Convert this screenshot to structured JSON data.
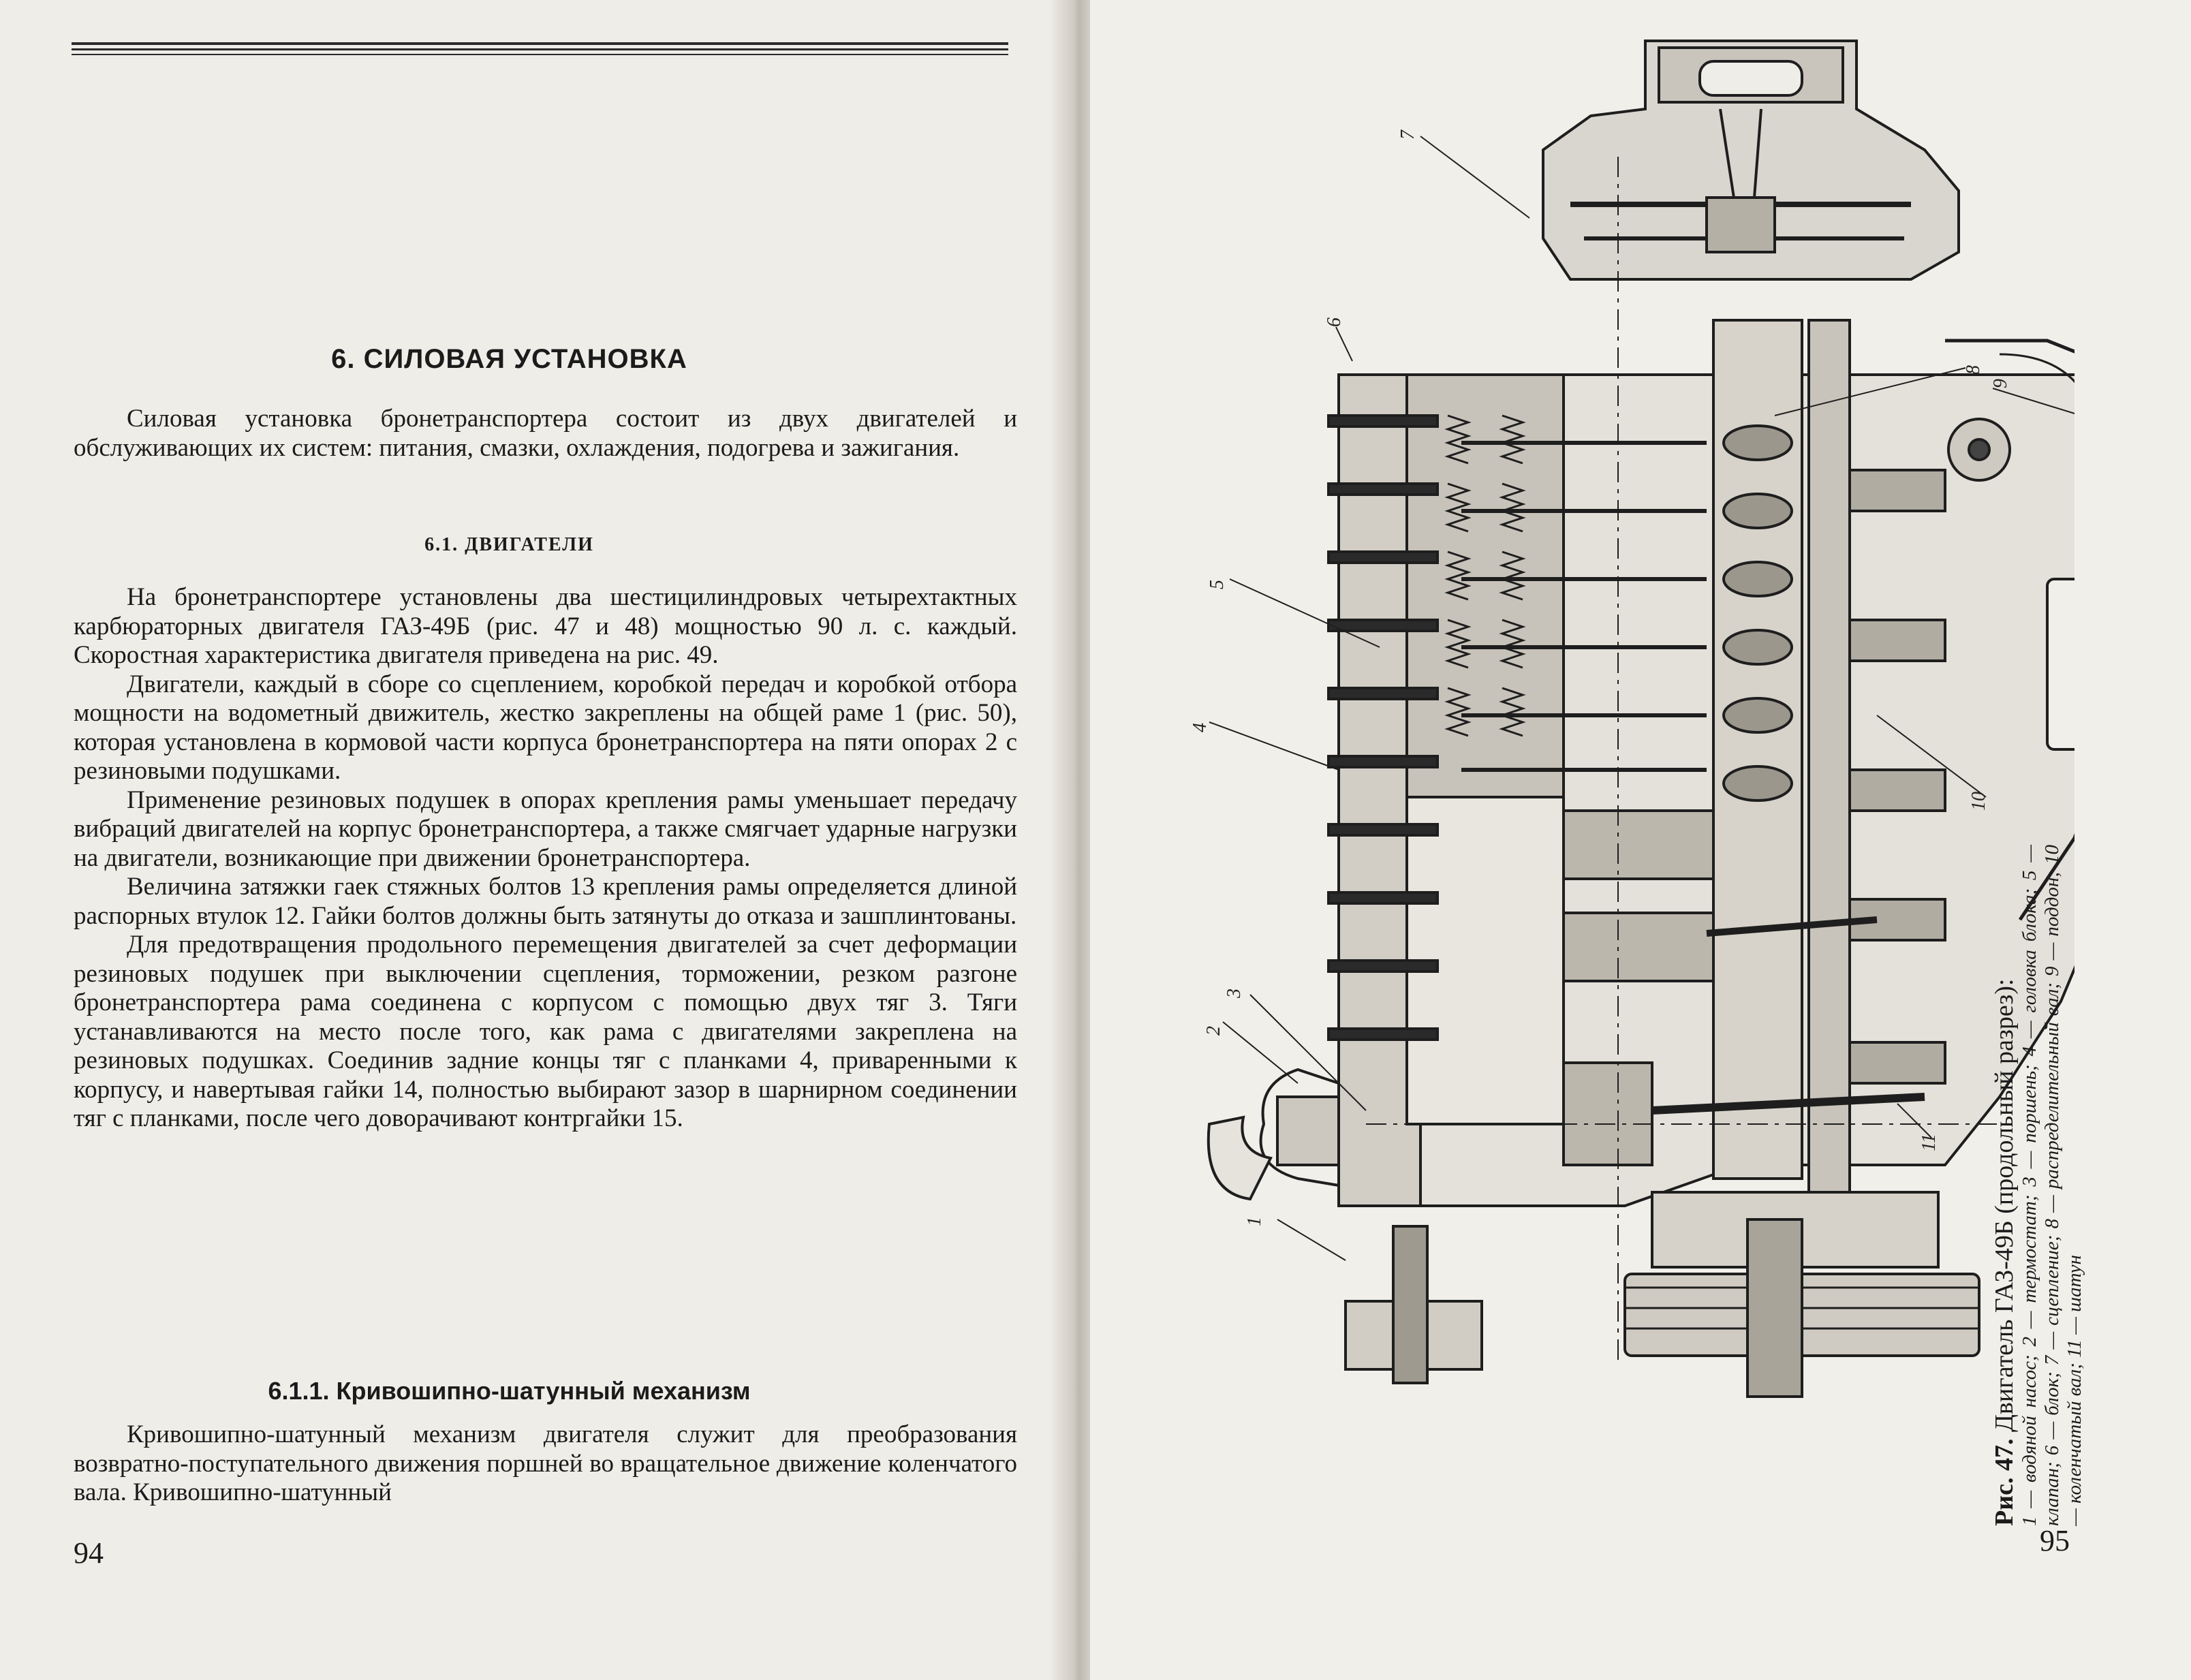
{
  "left_page": {
    "chapter_title": "6. СИЛОВАЯ УСТАНОВКА",
    "intro_paragraph": "Силовая установка бронетранспортера состоит из двух двигателей и обслуживающих их систем: питания, смазки, охлаждения, подогрева и зажигания.",
    "section_title": "6.1. ДВИГАТЕЛИ",
    "paragraphs": [
      "На бронетранспортере установлены два шестицилиндровых четырехтактных карбюраторных двигателя ГАЗ-49Б (рис. 47 и 48) мощностью 90 л. с. каждый. Скоростная характеристика двигателя приведена на рис. 49.",
      "Двигатели, каждый в сборе со сцеплением, коробкой передач и коробкой отбора мощности на водометный движитель, жестко закреплены на общей раме 1 (рис. 50), которая установлена в кормовой части корпуса бронетранспортера на пяти опорах 2 с резиновыми подушками.",
      "Применение резиновых подушек в опорах крепления рамы уменьшает передачу вибраций двигателей на корпус бронетранспортера, а также смягчает ударные нагрузки на двигатели, возникающие при движении бронетранспортера.",
      "Величина затяжки гаек стяжных болтов 13 крепления рамы определяется длиной распорных втулок 12. Гайки болтов должны быть затянуты до отказа и зашплинтованы.",
      "Для предотвращения продольного перемещения двигателей за счет деформации резиновых подушек при выключении сцепления, торможении, резком разгоне бронетранспортера рама соединена с корпусом с помощью двух тяг 3. Тяги устанавливаются на место после того, как рама с двигателями закреплена на резиновых подушках. Соединив задние концы тяг с планками 4, приваренными к корпусу, и навертывая гайки 14, полностью выбирают зазор в шарнирном соединении тяг с планками, после чего доворачивают контргайки 15."
    ],
    "subsection_title": "6.1.1. Кривошипно-шатунный механизм",
    "subsection_paragraph": "Кривошипно-шатунный механизм двигателя служит для преобразования возвратно-поступательного движения поршней во вращательное движение коленчатого вала. Кривошипно-шатунный",
    "page_number": "94"
  },
  "right_page": {
    "figure_title_bold": "Рис. 47.",
    "figure_title_rest": "Двигатель ГАЗ-49Б (продольный разрез):",
    "figure_legend": "1 — водяной насос; 2 — термостат; 3 — поршень; 4 — головка блока; 5 — клапан; 6 — блок; 7 — сцепление; 8 — распределительный вал; 9 — поддон; 10 — коленчатый вал; 11 — шатун",
    "callouts": [
      "1",
      "2",
      "3",
      "4",
      "5",
      "6",
      "7",
      "8",
      "9",
      "10",
      "11"
    ],
    "page_number": "95"
  }
}
